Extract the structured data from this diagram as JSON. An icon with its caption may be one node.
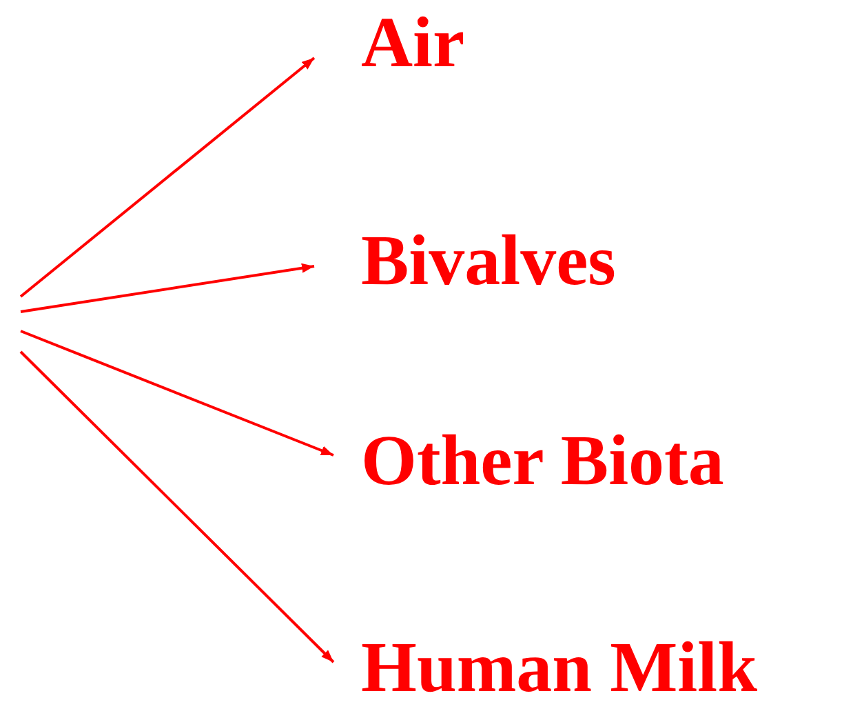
{
  "diagram": {
    "nodes": [
      {
        "text": [
          "Air"
        ]
      },
      {
        "text": [
          "Bivalves"
        ]
      },
      {
        "text": [
          "Other Biota"
        ]
      },
      {
        "text": [
          "Human Milk"
        ]
      }
    ],
    "edges": [
      {
        "from": null,
        "to": 0,
        "arrow": "to"
      },
      {
        "from": null,
        "to": 1,
        "arrow": "to"
      },
      {
        "from": null,
        "to": 2,
        "arrow": "to"
      },
      {
        "from": null,
        "to": 3,
        "arrow": "to"
      }
    ]
  }
}
